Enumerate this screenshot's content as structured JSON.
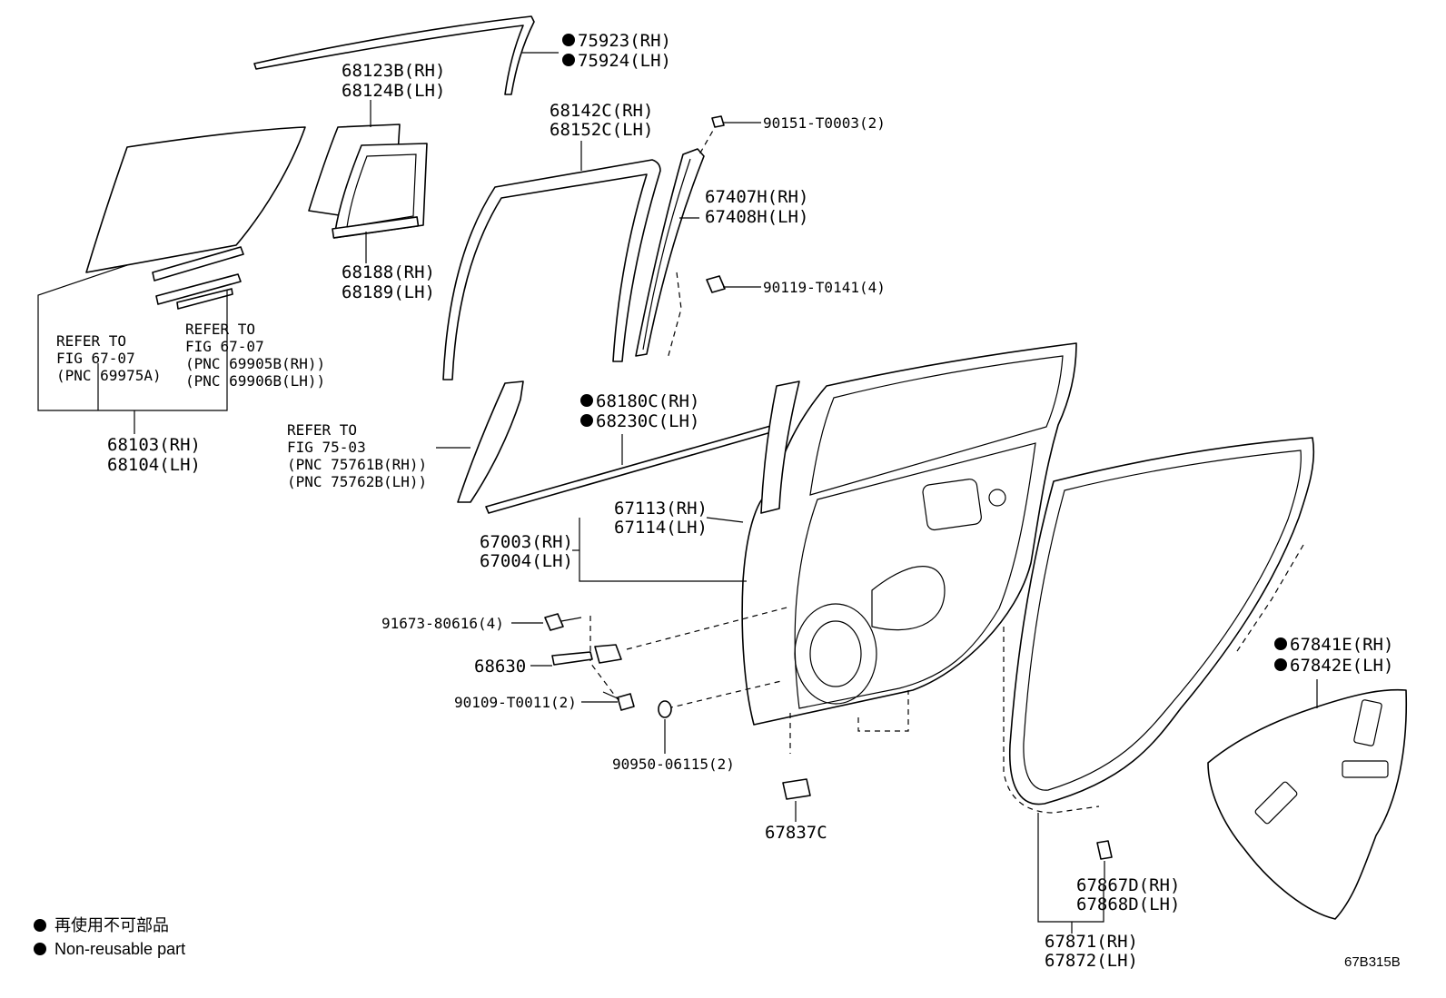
{
  "diagram_code": "67B315B",
  "legend": {
    "jp": "再使用不可部品",
    "en": "Non-reusable part"
  },
  "labels": {
    "p75923": "75923(RH)",
    "p75924": "75924(LH)",
    "p68123": "68123B(RH)",
    "p68124": "68124B(LH)",
    "p68142": "68142C(RH)",
    "p68152": "68152C(LH)",
    "p90151": "90151-T0003(2)",
    "p67407": "67407H(RH)",
    "p67408": "67408H(LH)",
    "p90119": "90119-T0141(4)",
    "p68188": "68188(RH)",
    "p68189": "68189(LH)",
    "ref1_l1": "REFER TO",
    "ref1_l2": "FIG 67-07",
    "ref1_l3": "(PNC 69975A)",
    "ref2_l1": "REFER TO",
    "ref2_l2": "FIG 67-07",
    "ref2_l3": "(PNC 69905B(RH))",
    "ref2_l4": "(PNC 69906B(LH))",
    "p68103": "68103(RH)",
    "p68104": "68104(LH)",
    "ref3_l1": "REFER TO",
    "ref3_l2": "FIG 75-03",
    "ref3_l3": "(PNC 75761B(RH))",
    "ref3_l4": "(PNC 75762B(LH))",
    "p68180": "68180C(RH)",
    "p68230": "68230C(LH)",
    "p67113": "67113(RH)",
    "p67114": "67114(LH)",
    "p67003": "67003(RH)",
    "p67004": "67004(LH)",
    "p91673": "91673-80616(4)",
    "p68630": "68630",
    "p90109": "90109-T0011(2)",
    "p90950": "90950-06115(2)",
    "p67837": "67837C",
    "p67841": "67841E(RH)",
    "p67842": "67842E(LH)",
    "p67867": "67867D(RH)",
    "p67868": "67868D(LH)",
    "p67871": "67871(RH)",
    "p67872": "67872(LH)"
  }
}
